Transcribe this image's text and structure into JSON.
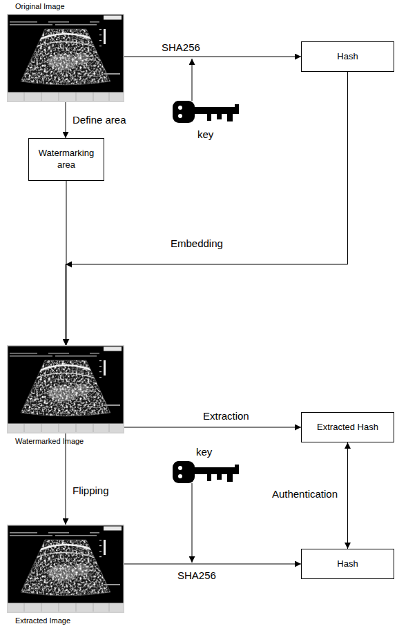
{
  "diagram": {
    "nodes": [
      {
        "text": [
          "Original Image"
        ]
      },
      {
        "text": [
          "Hash"
        ]
      },
      {
        "text": [
          "Watermarking area"
        ]
      },
      {
        "text": [
          "Watermarked Image"
        ]
      },
      {
        "text": [
          "Extracted Hash"
        ]
      },
      {
        "text": [
          "Extracted Image"
        ]
      },
      {
        "text": [
          "Hash"
        ]
      }
    ],
    "edges": [
      {
        "from": 0,
        "to": 1,
        "label": "SHA256",
        "arrow": "to"
      },
      {
        "from": 0,
        "to": 2,
        "label": "Define area",
        "arrow": "to"
      },
      {
        "from": 1,
        "to": 3,
        "label": "Embedding",
        "arrow": "to"
      },
      {
        "from": 2,
        "to": 3,
        "arrow": "to"
      },
      {
        "from": 3,
        "to": 4,
        "label": "Extraction",
        "arrow": "to"
      },
      {
        "from": 3,
        "to": 5,
        "label": "Flipping",
        "arrow": "to"
      },
      {
        "from": 5,
        "to": 6,
        "label": "SHA256",
        "arrow": "to"
      },
      {
        "from": 4,
        "to": 6,
        "label": "Authentication",
        "arrow": "both"
      }
    ],
    "labels": [
      "key",
      "key"
    ]
  }
}
